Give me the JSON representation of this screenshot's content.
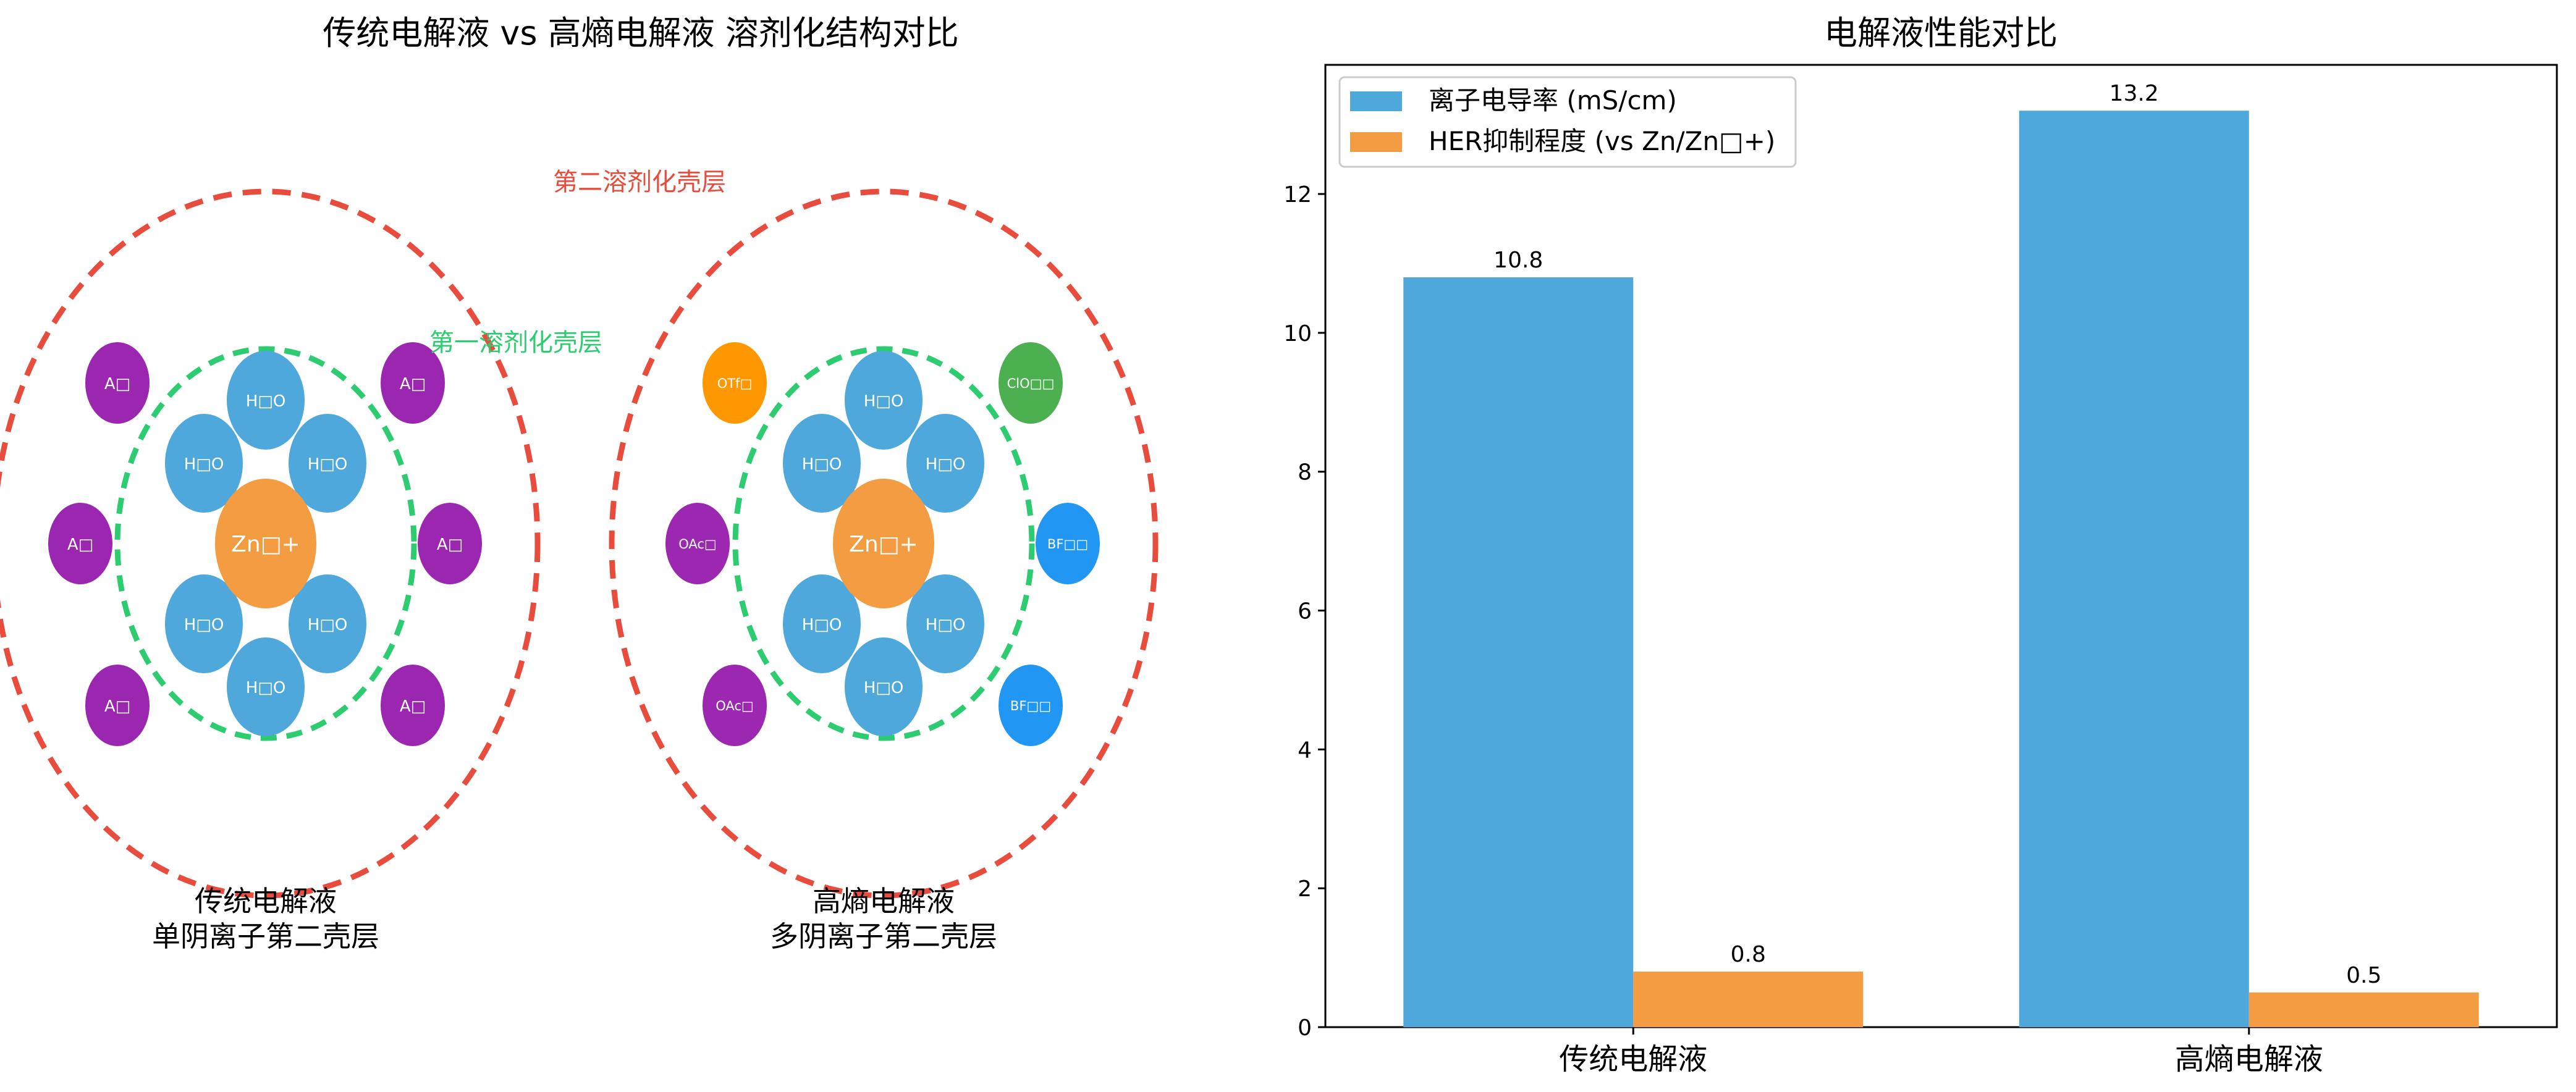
{
  "left_panel": {
    "title": "传统电解液 vs 高熵电解液 溶剂化结构对比",
    "second_shell_label": "第二溶剂化壳层",
    "first_shell_label": "第一溶剂化壳层",
    "clusters": [
      {
        "caption_line1": "传统电解液",
        "caption_line2": "单阴离子第二壳层",
        "center_label": "Zn□+",
        "water_label": "H□O",
        "anions": [
          "A□",
          "A□",
          "A□",
          "A□",
          "A□",
          "A□"
        ]
      },
      {
        "caption_line1": "高熵电解液",
        "caption_line2": "多阴离子第二壳层",
        "center_label": "Zn□+",
        "water_label": "H□O",
        "anions": [
          "OTf□",
          "ClO□□",
          "OAc□",
          "BF□□",
          "OAc□",
          "BF□□"
        ]
      }
    ],
    "colors": {
      "second_shell": "#e74c3c",
      "first_shell": "#2ecc71",
      "zn": "#f39c42",
      "water": "#4fa8dc",
      "anion_single": "#9b27b0",
      "otf": "#ff9800",
      "clo4": "#4caf50",
      "oac": "#9c27b0",
      "bf4": "#2196f3"
    }
  },
  "chart_data": {
    "type": "bar",
    "title": "电解液性能对比",
    "categories": [
      "传统电解液",
      "高熵电解液"
    ],
    "series": [
      {
        "name": "离子电导率 (mS/cm)",
        "values": [
          10.8,
          13.2
        ],
        "color": "#4fa8dc"
      },
      {
        "name": "HER抑制程度 (vs Zn/Zn□+)",
        "values": [
          0.8,
          0.5
        ],
        "color": "#f39c42"
      }
    ],
    "value_labels": [
      "10.8",
      "13.2",
      "0.8",
      "0.5"
    ],
    "yticks": [
      "0",
      "2",
      "4",
      "6",
      "8",
      "10",
      "12"
    ],
    "ylim": [
      0,
      13.86
    ],
    "legend_position": "top-left",
    "grid": false
  }
}
